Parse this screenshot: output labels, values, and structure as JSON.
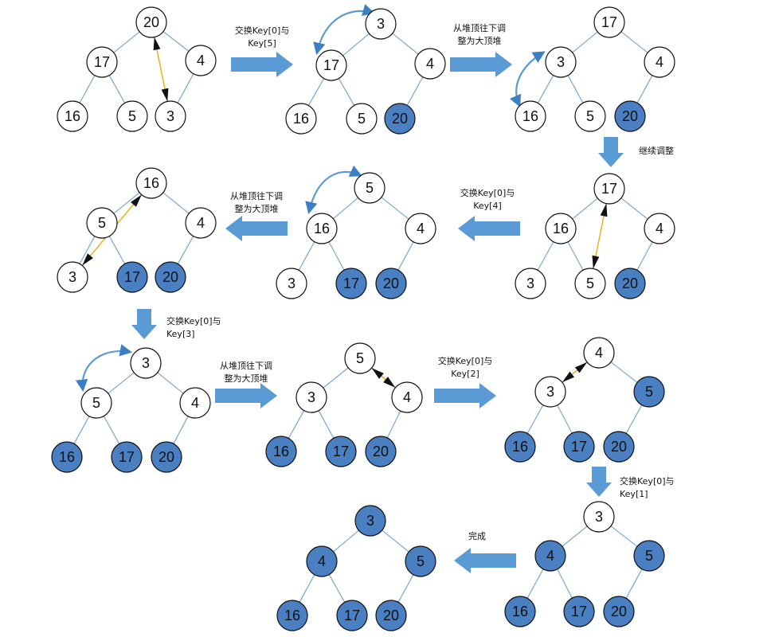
{
  "colors": {
    "node_fill": "#ffffff",
    "sorted_fill": "#4a7fc1",
    "node_stroke": "#111111",
    "edge": "#7aa7cf",
    "arrow": "#5b9bd5",
    "swap_line": "#e8b319",
    "text": "#111111"
  },
  "labels": {
    "swap0_5": [
      "交换Key[0]与",
      "Key[5]"
    ],
    "adjust1": [
      "从堆顶往下调",
      "整为大顶堆"
    ],
    "continue": "继续调整",
    "swap0_4": [
      "交换Key[0]与",
      "Key[4]"
    ],
    "adjust2": [
      "从堆顶往下调",
      "整为大顶堆"
    ],
    "swap0_3": [
      "交换Key[0]与",
      "Key[3]"
    ],
    "adjust3": [
      "从堆顶往下调",
      "整为大顶堆"
    ],
    "swap0_2": [
      "交换Key[0]与",
      "Key[2]"
    ],
    "swap0_1": [
      "交换Key[0]与",
      "Key[1]"
    ],
    "done": "完成"
  },
  "trees": [
    {
      "name": "step-1",
      "values": [
        "20",
        "17",
        "4",
        "16",
        "5",
        "3"
      ],
      "sorted": [
        false,
        false,
        false,
        false,
        false,
        false
      ]
    },
    {
      "name": "step-2",
      "values": [
        "3",
        "17",
        "4",
        "16",
        "5",
        "20"
      ],
      "sorted": [
        false,
        false,
        false,
        false,
        false,
        true
      ]
    },
    {
      "name": "step-3",
      "values": [
        "17",
        "3",
        "4",
        "16",
        "5",
        "20"
      ],
      "sorted": [
        false,
        false,
        false,
        false,
        false,
        true
      ]
    },
    {
      "name": "step-4",
      "values": [
        "17",
        "16",
        "4",
        "3",
        "5",
        "20"
      ],
      "sorted": [
        false,
        false,
        false,
        false,
        false,
        true
      ]
    },
    {
      "name": "step-5",
      "values": [
        "5",
        "16",
        "4",
        "3",
        "17",
        "20"
      ],
      "sorted": [
        false,
        false,
        false,
        false,
        true,
        true
      ]
    },
    {
      "name": "step-6",
      "values": [
        "16",
        "5",
        "4",
        "3",
        "17",
        "20"
      ],
      "sorted": [
        false,
        false,
        false,
        false,
        true,
        true
      ]
    },
    {
      "name": "step-7",
      "values": [
        "3",
        "5",
        "4",
        "16",
        "17",
        "20"
      ],
      "sorted": [
        false,
        false,
        false,
        true,
        true,
        true
      ]
    },
    {
      "name": "step-8",
      "values": [
        "5",
        "3",
        "4",
        "16",
        "17",
        "20"
      ],
      "sorted": [
        false,
        false,
        false,
        true,
        true,
        true
      ]
    },
    {
      "name": "step-9",
      "values": [
        "4",
        "3",
        "5",
        "16",
        "17",
        "20"
      ],
      "sorted": [
        false,
        false,
        true,
        true,
        true,
        true
      ]
    },
    {
      "name": "step-10",
      "values": [
        "3",
        "4",
        "5",
        "16",
        "17",
        "20"
      ],
      "sorted": [
        false,
        true,
        true,
        true,
        true,
        true
      ]
    },
    {
      "name": "step-11",
      "values": [
        "3",
        "4",
        "5",
        "16",
        "17",
        "20"
      ],
      "sorted": [
        true,
        true,
        true,
        true,
        true,
        true
      ]
    }
  ]
}
